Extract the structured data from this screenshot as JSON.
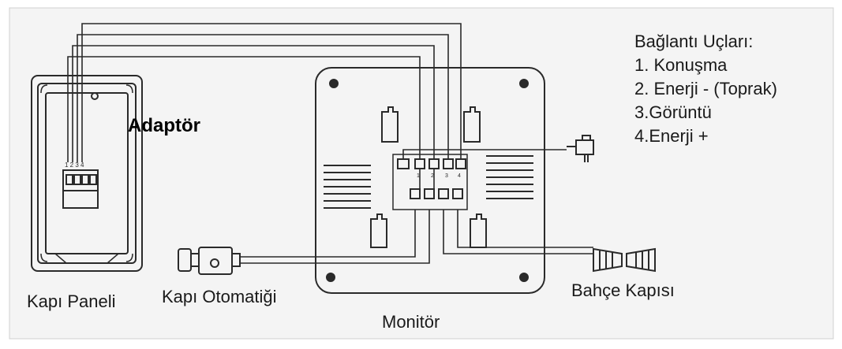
{
  "labels": {
    "adaptor": "Adaptör",
    "door_panel": "Kapı Paneli",
    "door_lock": "Kapı Otomatiği",
    "monitor": "Monitör",
    "garden_gate": "Bahçe Kapısı"
  },
  "legend": {
    "title": "Bağlantı Uçları:",
    "items": [
      "1. Konuşma",
      "2. Enerji - (Toprak)",
      "3.Görüntü",
      "4.Enerji +"
    ]
  },
  "terminals": {
    "panel": "1 2 3 4",
    "monitor_top": [
      "1",
      "2",
      "3",
      "4"
    ]
  },
  "colors": {
    "background": "#ffffff",
    "frame_fill": "#f4f4f4",
    "line": "#2a2a2a"
  }
}
